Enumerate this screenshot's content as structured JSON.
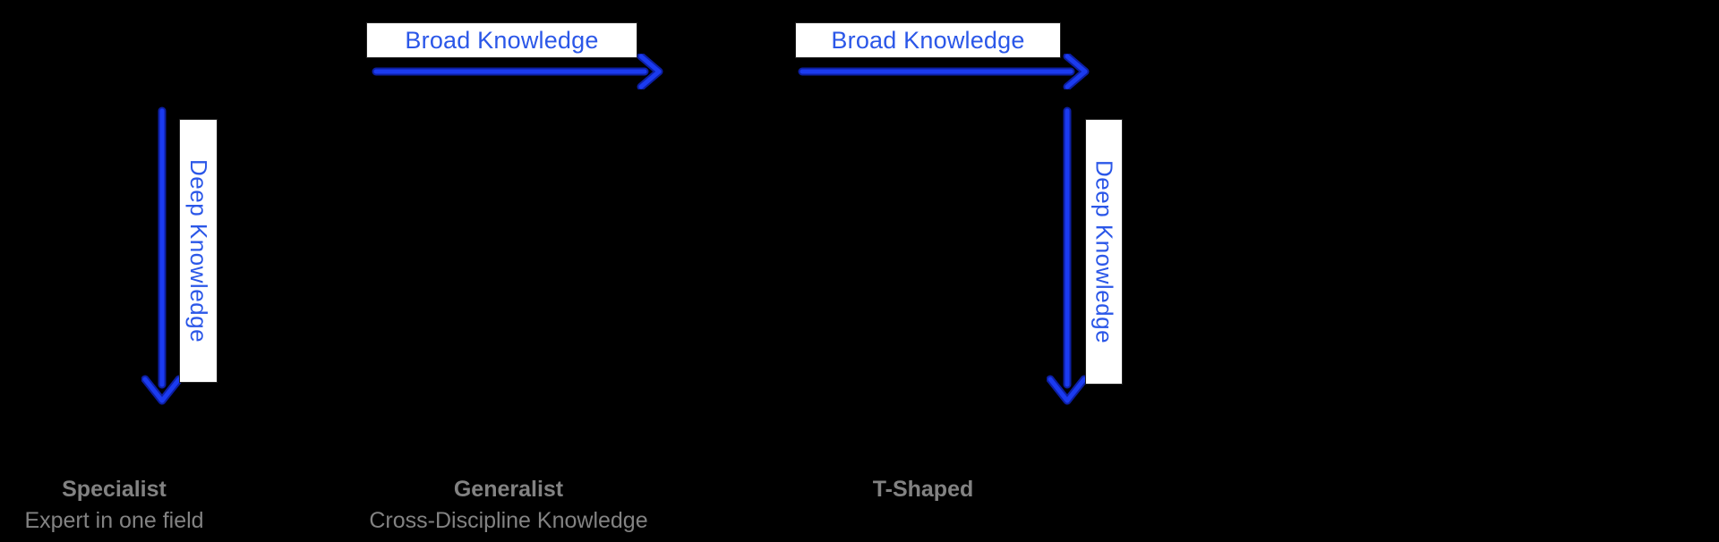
{
  "colors": {
    "background": "#000000",
    "accent-blue": "#2b57e8",
    "arrow-blue": "#1b3bf0",
    "arrow-outline": "#0d1fa3",
    "box-bg": "#ffffff",
    "box-border": "#232323",
    "label-gray": "#828282"
  },
  "diagram": {
    "axis_labels": {
      "broad_left": "Broad Knowledge",
      "broad_right": "Broad Knowledge",
      "deep_left": "Deep Knowledge",
      "deep_right": "Deep Knowledge"
    },
    "icons": {
      "broad_arrow": "arrow-right-icon",
      "deep_arrow": "arrow-down-icon"
    },
    "profiles": [
      {
        "title": "Specialist",
        "subtitle": "Expert in one field"
      },
      {
        "title": "Generalist",
        "subtitle": "Cross-Discipline Knowledge"
      },
      {
        "title": "T-Shaped",
        "subtitle": ""
      }
    ]
  }
}
